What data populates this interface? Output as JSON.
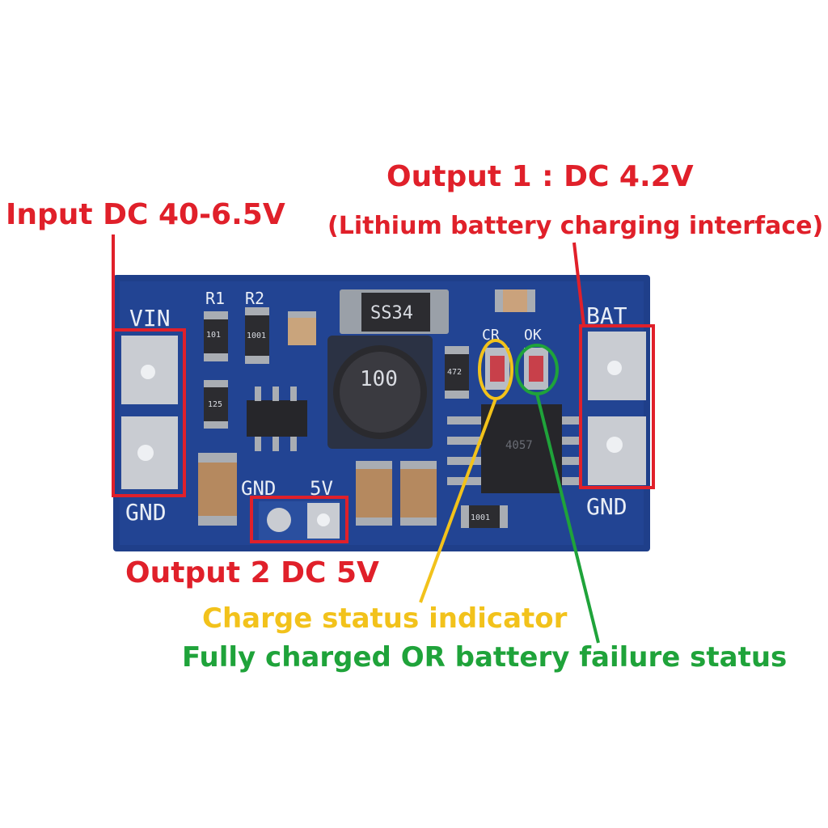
{
  "annotations": {
    "input": "Input DC 40-6.5V",
    "output1": "Output 1 : DC 4.2V",
    "output1_sub": "(Lithium battery charging interface)",
    "output2": "Output 2 DC 5V",
    "charge_indicator": "Charge status indicator",
    "full_status": "Fully charged OR battery failure status"
  },
  "silkscreen": {
    "vin": "VIN",
    "gnd_left": "GND",
    "bat": "BAT",
    "gnd_right": "GND",
    "gnd_mid": "GND",
    "five_v": "5V",
    "r1": "R1",
    "r2": "R2",
    "cr": "CR",
    "ok": "OK",
    "diode": "SS34",
    "inductor": "100",
    "res_a": "101",
    "res_b": "1001",
    "res_c": "125",
    "res_d": "472",
    "res_e": "1001",
    "ic": "4057"
  },
  "colors": {
    "red": "#e0202a",
    "yellow": "#f2c21b",
    "green": "#1fa33a",
    "pcb": "#1e3f8c"
  }
}
